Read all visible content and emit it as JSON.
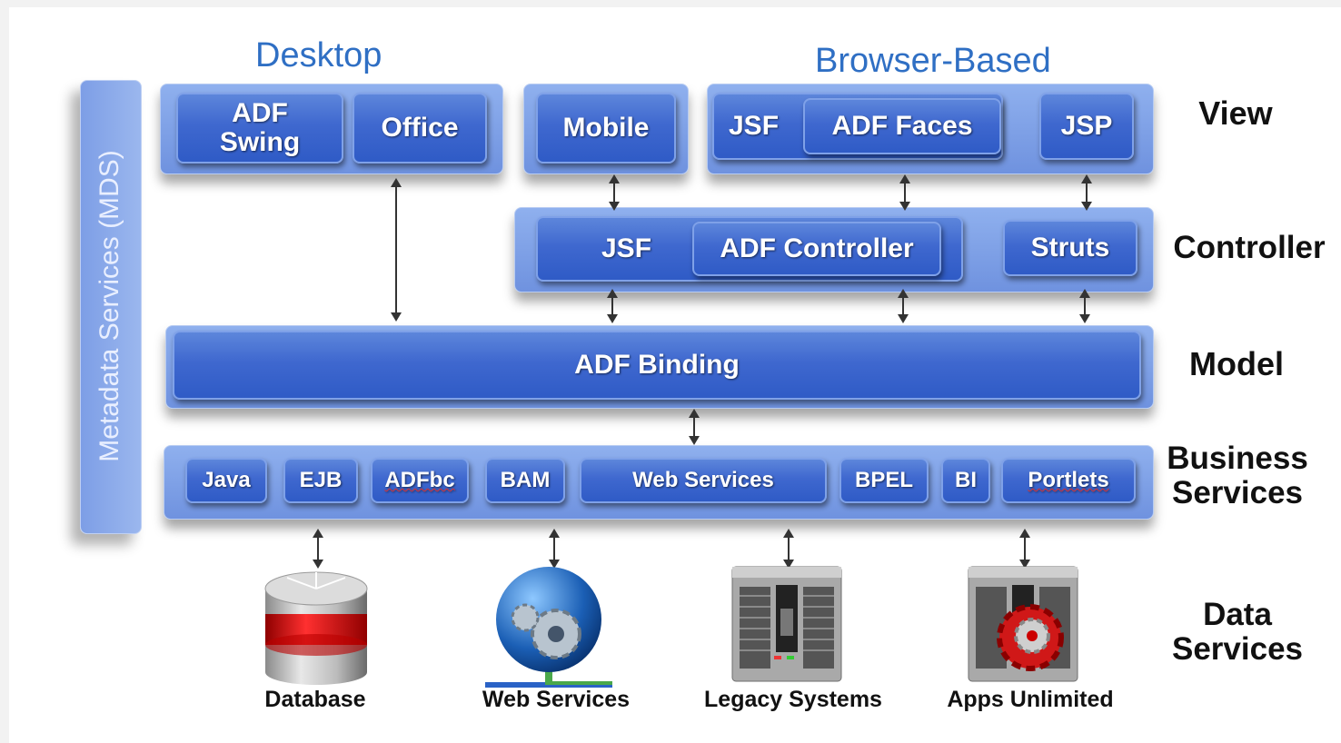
{
  "groups": {
    "desktop": "Desktop",
    "browser_based": "Browser-Based"
  },
  "layers": {
    "view": "View",
    "controller": "Controller",
    "model": "Model",
    "business_services": "Business\nServices",
    "data_services": "Data\nServices"
  },
  "sidebar": {
    "mds": "Metadata Services (MDS)"
  },
  "view": {
    "adf_swing": "ADF\nSwing",
    "office": "Office",
    "mobile": "Mobile",
    "jsf": "JSF",
    "adf_faces": "ADF Faces",
    "jsp": "JSP"
  },
  "controller": {
    "jsf": "JSF",
    "adf_controller": "ADF Controller",
    "struts": "Struts"
  },
  "model": {
    "adf_binding": "ADF Binding"
  },
  "business": {
    "items": [
      "Java",
      "EJB",
      "ADFbc",
      "BAM",
      "Web Services",
      "BPEL",
      "BI",
      "Portlets"
    ]
  },
  "data_sources": [
    {
      "label": "Database",
      "icon": "database-icon"
    },
    {
      "label": "Web Services",
      "icon": "globe-gear-icon"
    },
    {
      "label": "Legacy Systems",
      "icon": "server-icon"
    },
    {
      "label": "Apps Unlimited",
      "icon": "server-gear-icon"
    }
  ]
}
